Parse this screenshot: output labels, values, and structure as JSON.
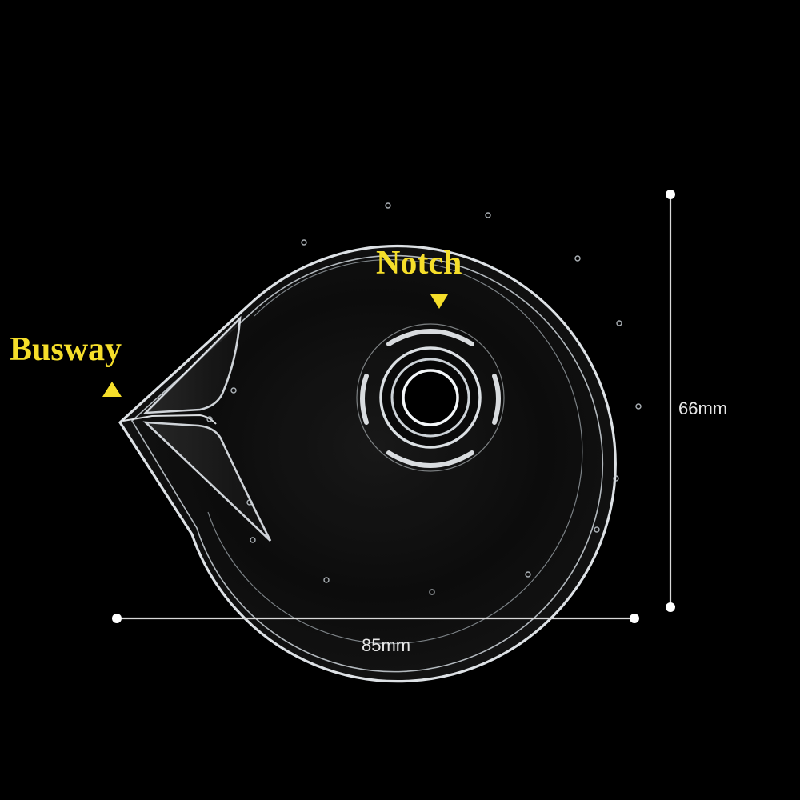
{
  "annotations": {
    "notch_label": "Notch",
    "busway_label": "Busway"
  },
  "dimensions": {
    "width_label": "85mm",
    "height_label": "66mm"
  },
  "colors": {
    "background": "#000000",
    "annotation": "#f5de2a",
    "dimension_line": "#d9d9d9",
    "product_outline": "#e9eef2"
  },
  "product": {
    "icon": "clear-plastic-tape-reel-icon"
  }
}
